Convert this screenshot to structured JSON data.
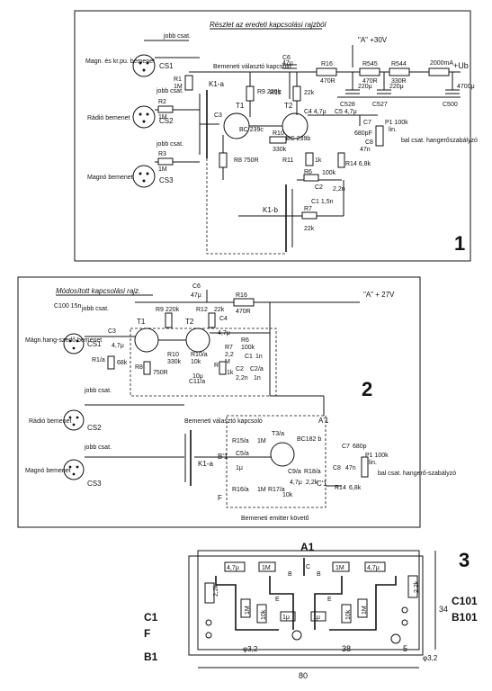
{
  "fig1": {
    "number": "1",
    "title": "Részlet az eredeti kapcsolási rajzból",
    "supply_label": "\"A\" +30V",
    "inputs": [
      {
        "label": "Magn. és kr.pu. bemenet",
        "connector": "CS1"
      },
      {
        "label": "Rádió bemenet",
        "connector": "CS2"
      },
      {
        "label": "Magnó bemenet",
        "connector": "CS3"
      }
    ],
    "jobb_csat": "jobb csat.",
    "switch_label": "Bemeneti választó kapcsoló",
    "k1a": "K1-a",
    "k1b": "K1-b",
    "t1": "T1",
    "t1_type": "BC 239c",
    "t2": "T2",
    "t2_type": "BC 239b",
    "out_label": "bal csat. hangerőszabályzó",
    "components": [
      "R1 1M",
      "R2 1M",
      "R3 1M",
      "C3",
      "R8 750R",
      "R9 220k",
      "R10 330k",
      "R11 1k",
      "R12 22k",
      "R16 470R",
      "R545 470R",
      "R544 330R",
      "C6 47μ",
      "C4 4,7μ",
      "C5 4,7μ",
      "C7 680pF",
      "C8 47n",
      "P1 100k lin.",
      "R14 6,8k",
      "R6 100k",
      "C2 2,2n",
      "C1 1,5n",
      "R7 22k",
      "C528 220μ",
      "C527 220μ",
      "C500 4700μ"
    ],
    "supply_current": "2000mA",
    "ub": "+Ub"
  },
  "fig2": {
    "number": "2",
    "title": "Módosított kapcsolási rajz.",
    "supply_label": "\"A\" + 27V",
    "inputs": [
      {
        "label": "Mágn.hang-szedő bemenet",
        "connector": "CS1"
      },
      {
        "label": "Rádió bemenet",
        "connector": "CS2"
      },
      {
        "label": "Magnó bemenet",
        "connector": "CS3"
      }
    ],
    "c100": "C100 15n",
    "jobb_csat": "jobb csat.",
    "switch_label": "Bemeneti választó kapcsoló",
    "k1a": "K1-a",
    "t1": "T1",
    "t2": "T2",
    "t3": "T3/a",
    "t3_type": "BC182 b",
    "box_label": "Bemeneti emitter követő",
    "out_label": "bal csat. hangerő-szabályzó",
    "node_a1": "A'1",
    "node_b1": "B'1",
    "node_c1": "C'1",
    "node_f": "F"
  },
  "fig3": {
    "number": "3",
    "pads": {
      "a1": "A1",
      "b1": "B1",
      "c1": "C1",
      "f": "F",
      "b101": "B101",
      "c101": "C101"
    },
    "parts": [
      "4,7μ",
      "1M",
      "B",
      "C",
      "B",
      "1M",
      "4,7μ",
      "2,2k",
      "E",
      "E",
      "2,2k",
      "1M",
      "10k",
      "1μ",
      "1μ",
      "10k",
      "1M"
    ],
    "dims": {
      "width": "80",
      "height": "34",
      "mid": "38",
      "edge": "5",
      "hole_l": "φ3,2",
      "hole_r": "φ3,2"
    }
  }
}
